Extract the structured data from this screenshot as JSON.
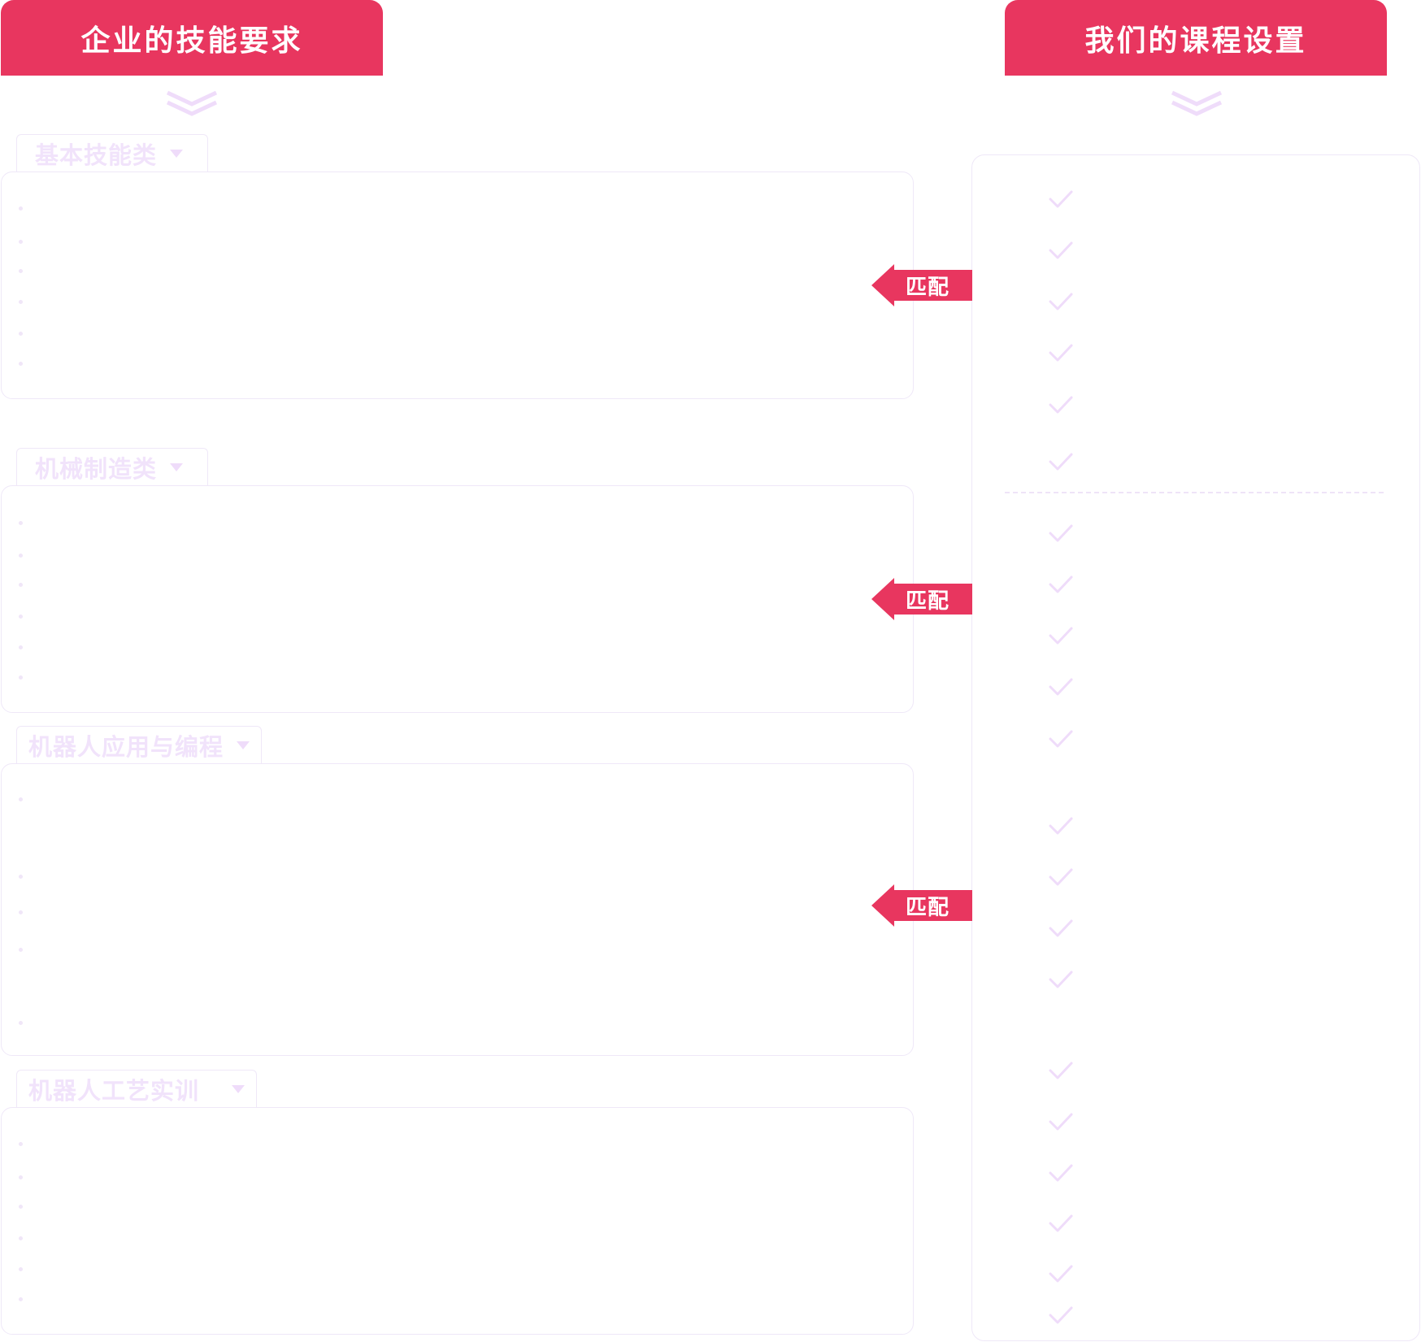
{
  "left_header": {
    "title": "企业的技能要求"
  },
  "right_header": {
    "title": "我们的课程设置"
  },
  "match_label": "匹配",
  "categories": [
    {
      "label": "基本技能类"
    },
    {
      "label": "机械制造类"
    },
    {
      "label": "机器人应用与编程"
    },
    {
      "label": "机器人工艺实训"
    }
  ],
  "colors": {
    "brand": "#e8365f",
    "pale_border": "#efe8f8",
    "pale_text": "#f1e3fb",
    "check": "#efdcfa"
  }
}
